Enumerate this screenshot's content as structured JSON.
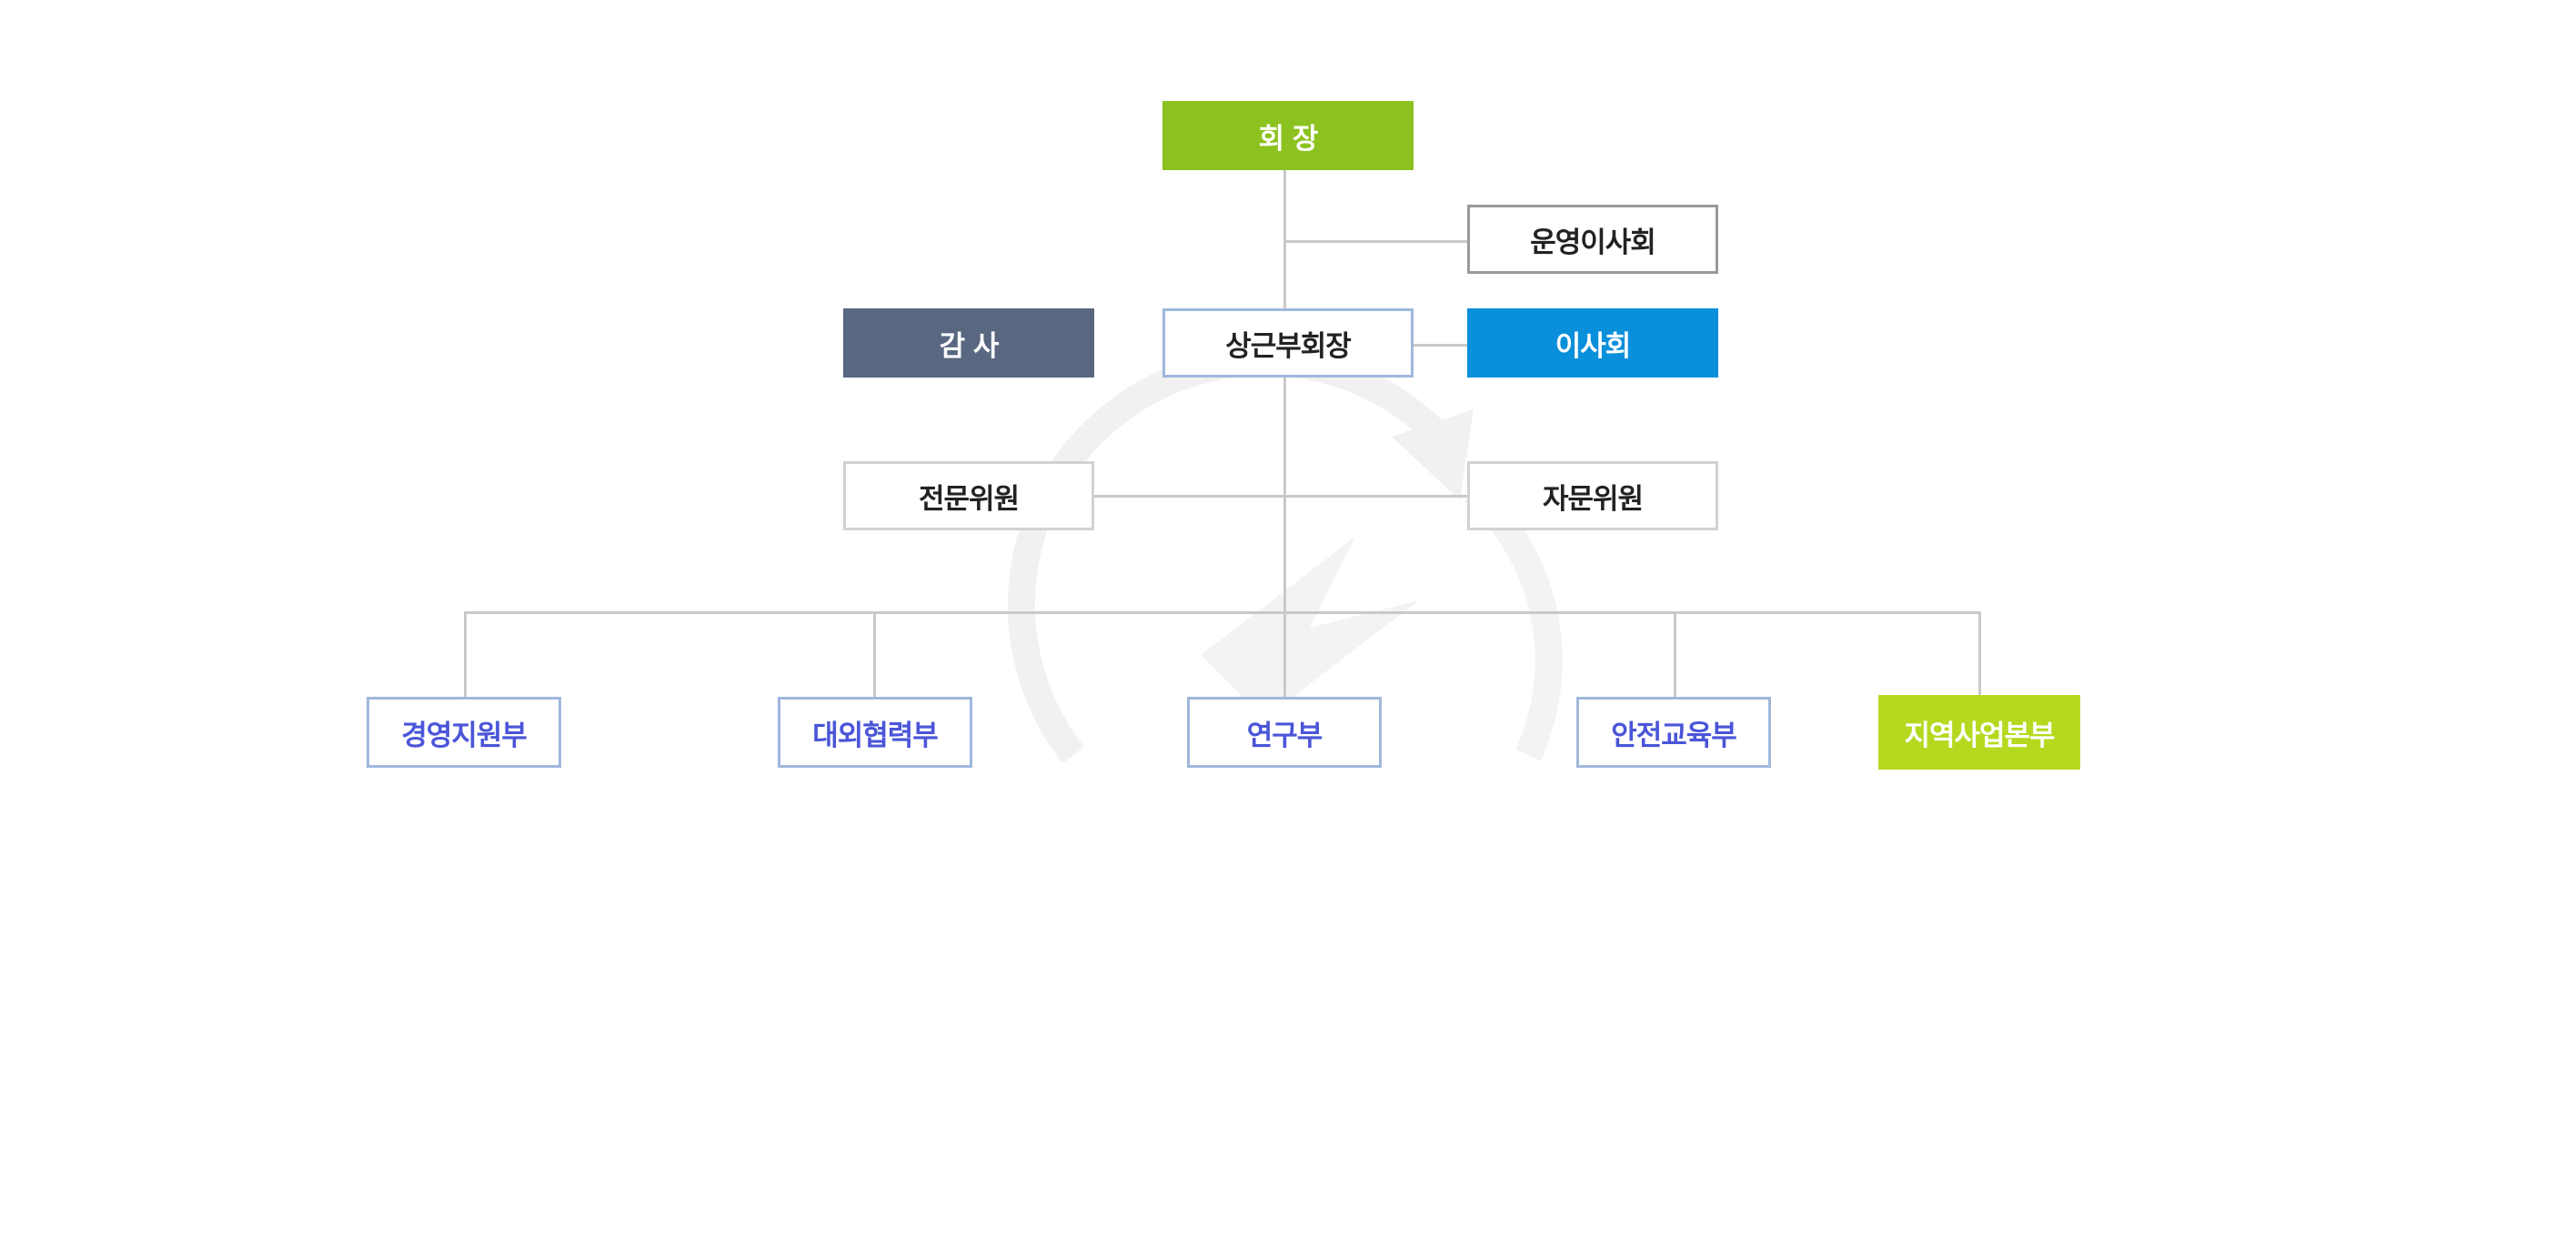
{
  "org_chart": {
    "chairman": "회 장",
    "operating_board": "운영이사회",
    "auditor": "감 사",
    "executive_vice_chairman": "상근부회장",
    "board_of_directors": "이사회",
    "expert_committee": "전문위원",
    "advisory_committee": "자문위원",
    "departments": [
      "경영지원부",
      "대외협력부",
      "연구부",
      "안전교육부",
      "지역사업본부"
    ]
  },
  "colors": {
    "chairman_fill": "#8cc21f",
    "auditor_fill": "#596780",
    "board_fill": "#0a8fdb",
    "regional_fill": "#b5d91f",
    "department_text": "#4a55d8",
    "department_border": "#9fb8dc",
    "connector": "#c9c9c9"
  }
}
